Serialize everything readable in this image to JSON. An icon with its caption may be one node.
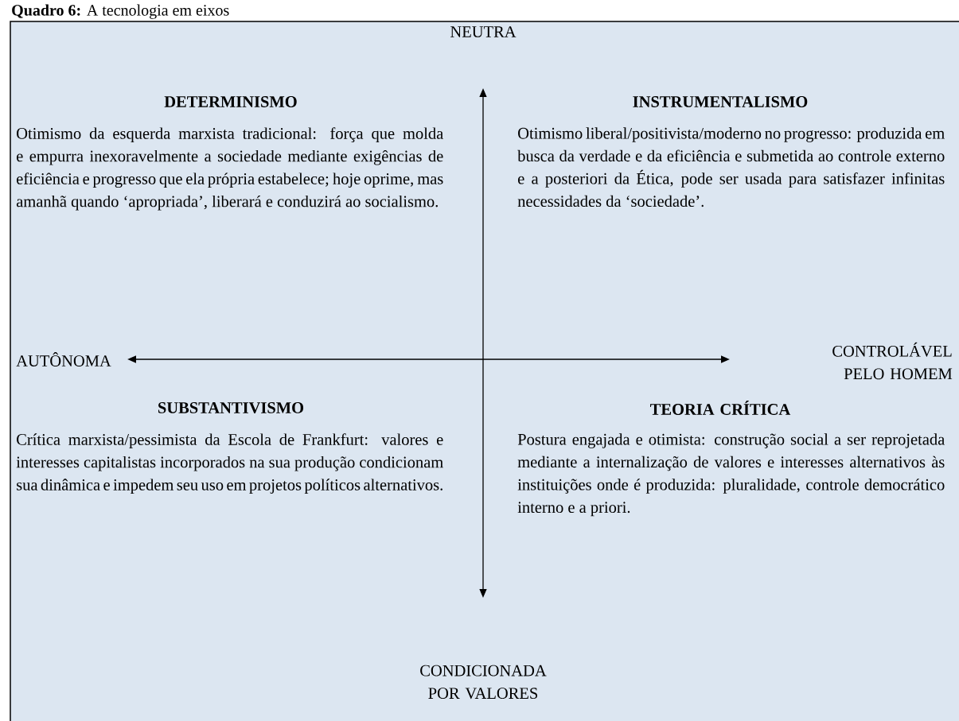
{
  "diagram": {
    "title": "**Quadro 6:** A tecnologia em eixos",
    "labels": [
      "NEUTRA",
      "DETERMINISMO",
      "INSTRUMENTALISMO",
      "Otimismo da esquerda marxista tradicional: força que molda e empurra inexoravelmente a sociedade mediante exigências de eficiência e progresso que ela própria estabelece; hoje oprime, mas amanhã quando ‘apropriada’, liberará e conduzirá ao socialismo.",
      "Otimismo liberal/positivista/moderno no progresso: produzida em busca da verdade e da eficiência e submetida ao controle externo e a posteriori da Ética, pode ser usada para satisfazer infinitas necessidades da ‘sociedade’.",
      "AUTÔNOMA",
      "CONTROLÁVEL PELO HOMEM",
      "SUBSTANTIVISMO",
      "TEORIA CRÍTICA",
      "Crítica marxista/pessimista da Escola de Frankfurt: valores e interesses capitalistas incorporados na sua produção condicionam sua dinâmica e impedem seu uso em projetos políticos alternativos.",
      "Postura engajada e otimista: construção social a ser reprojetada mediante a internalização de valores e interesses alternativos às instituições onde é produzida: pluralidade, controle democrático interno e a priori.",
      "CONDICIONADA POR VALORES"
    ]
  }
}
